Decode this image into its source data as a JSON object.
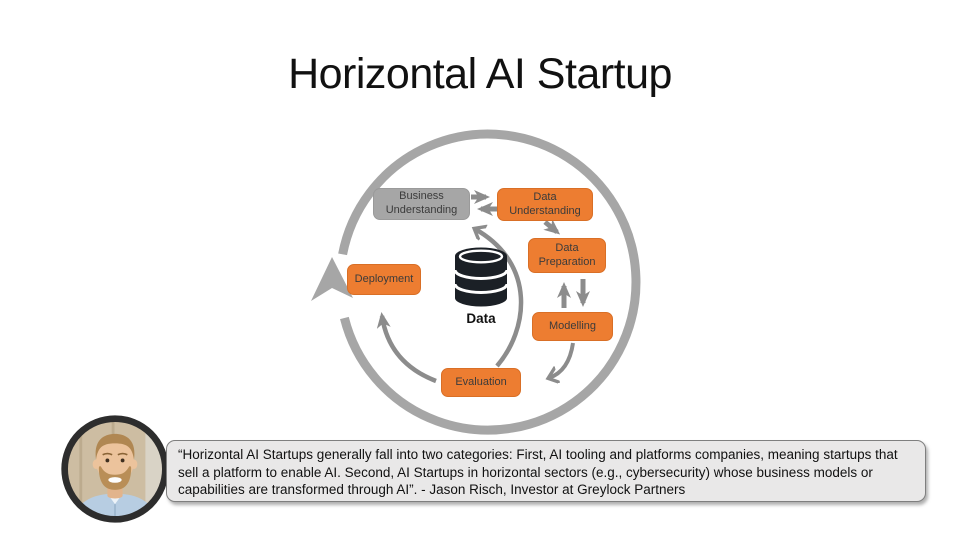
{
  "slide": {
    "title": "Horizontal AI Startup"
  },
  "diagram": {
    "type": "process-cycle",
    "center_label": "Data",
    "nodes": [
      {
        "id": "business-understanding",
        "label": "Business Understanding",
        "color": "#A6A6A6"
      },
      {
        "id": "data-understanding",
        "label": "Data Understanding",
        "color": "#ED7D31"
      },
      {
        "id": "data-preparation",
        "label": "Data Preparation",
        "color": "#ED7D31"
      },
      {
        "id": "modelling",
        "label": "Modelling",
        "color": "#ED7D31"
      },
      {
        "id": "evaluation",
        "label": "Evaluation",
        "color": "#ED7D31"
      },
      {
        "id": "deployment",
        "label": "Deployment",
        "color": "#ED7D31"
      }
    ],
    "colors": {
      "cycle_ring": "#A6A6A6",
      "arrows": "#8C8C8C",
      "orange_node": "#ED7D31",
      "gray_node": "#A6A6A6",
      "database_icon": "#1b2026"
    }
  },
  "quote": {
    "text": "“Horizontal AI Startups generally fall into two categories: First, AI tooling and platforms companies, meaning startups that sell a platform to enable AI. Second, AI Startups in horizontal sectors (e.g., cybersecurity) whose business models or capabilities are transformed through AI”. - Jason Risch, Investor at Greylock Partners"
  }
}
